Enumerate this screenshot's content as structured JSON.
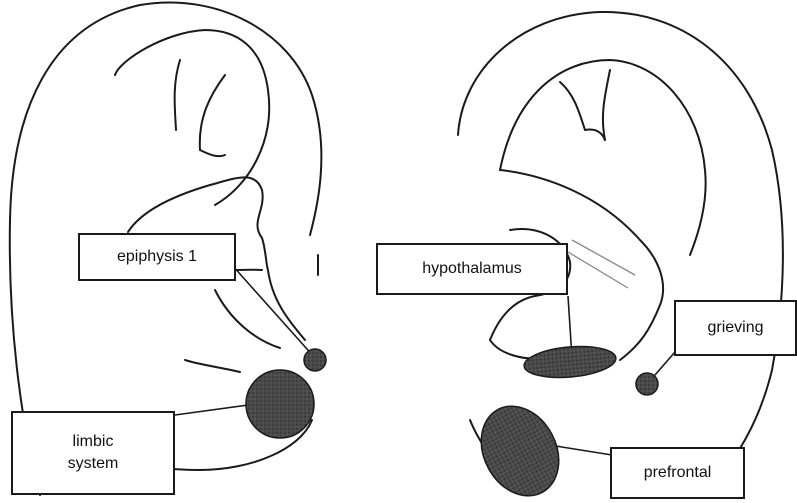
{
  "labels": {
    "epiphysis": "epiphysis 1",
    "hypothalamus": "hypothalamus",
    "grieving": "grieving",
    "limbic_line1": "limbic",
    "limbic_line2": "system",
    "prefrontal": "prefrontal"
  },
  "colors": {
    "outline": "#1a1a1a",
    "spot_fill": "#4a4a4a",
    "spot_speckle": "#2a2a2a",
    "background": "#ffffff"
  },
  "points": [
    {
      "name": "epiphysis",
      "side": "left-ear"
    },
    {
      "name": "limbic system",
      "side": "left-ear"
    },
    {
      "name": "hypothalamus",
      "side": "right-ear"
    },
    {
      "name": "grieving",
      "side": "right-ear"
    },
    {
      "name": "prefrontal",
      "side": "right-ear"
    }
  ]
}
